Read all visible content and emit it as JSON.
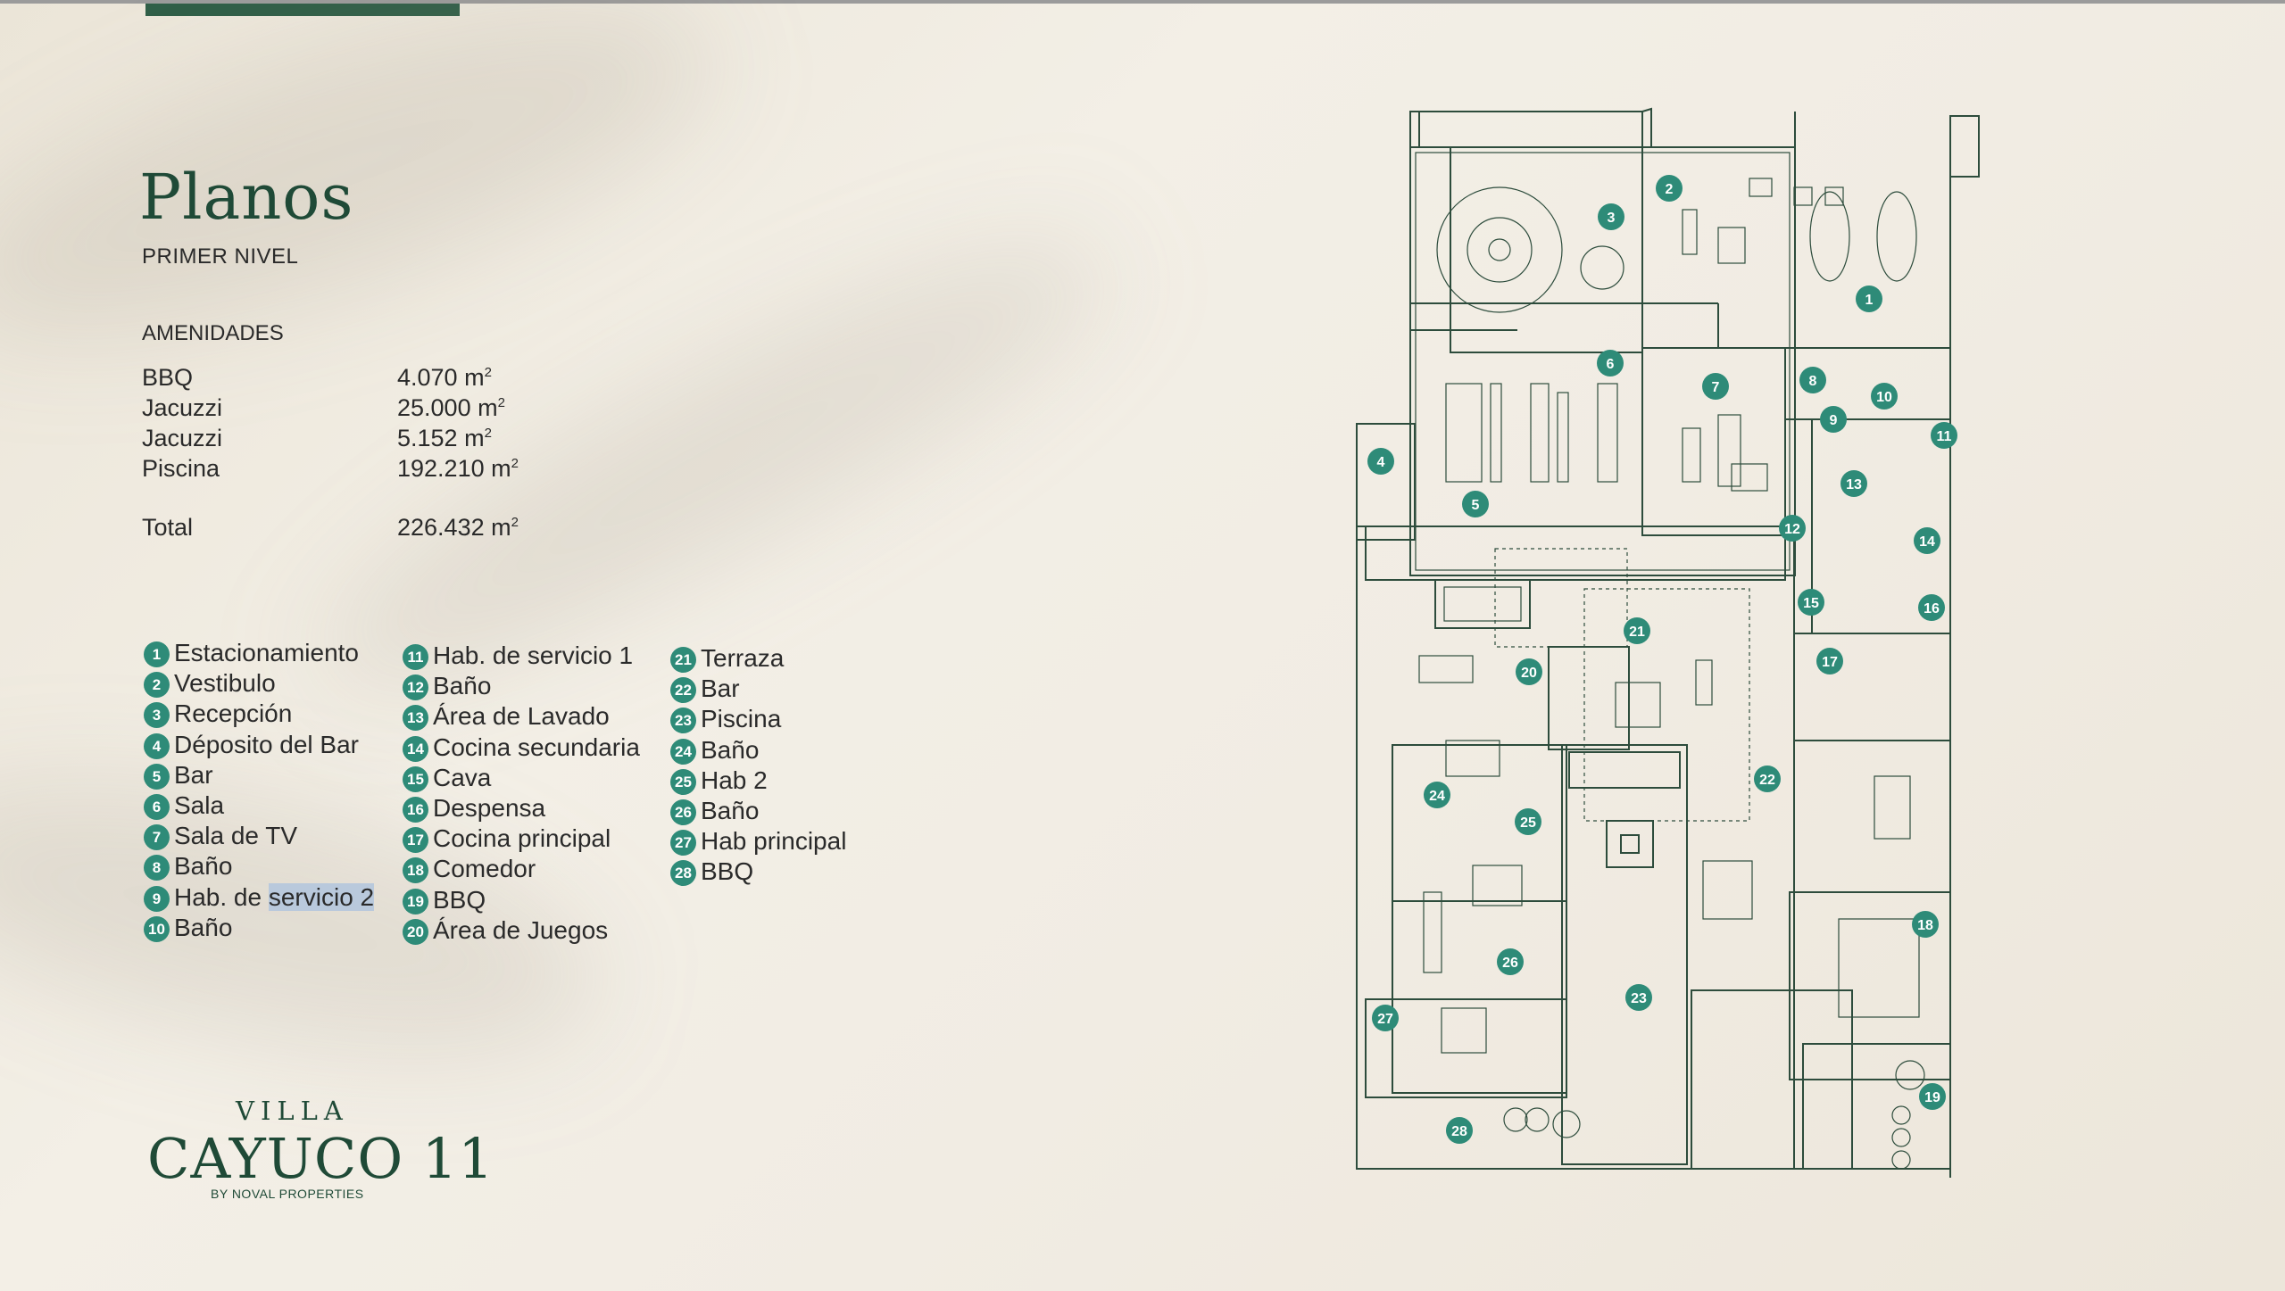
{
  "header": {
    "title": "Planos",
    "subtitle": "PRIMER NIVEL"
  },
  "amenities": {
    "heading": "AMENIDADES",
    "items": [
      {
        "name": "BBQ",
        "value": "4.070 m",
        "unit": "2"
      },
      {
        "name": "Jacuzzi",
        "value": "25.000 m",
        "unit": "2"
      },
      {
        "name": "Jacuzzi",
        "value": "5.152 m",
        "unit": "2"
      },
      {
        "name": "Piscina",
        "value": "192.210 m",
        "unit": "2"
      }
    ],
    "total": {
      "name": "Total",
      "value": "226.432 m",
      "unit": "2"
    }
  },
  "legend": {
    "col1": [
      {
        "n": "1",
        "label": "Estacionamiento"
      },
      {
        "n": "2",
        "label": "Vestibulo"
      },
      {
        "n": "3",
        "label": "Recepción"
      },
      {
        "n": "4",
        "label": "Déposito del Bar"
      },
      {
        "n": "5",
        "label": "Bar"
      },
      {
        "n": "6",
        "label": "Sala"
      },
      {
        "n": "7",
        "label": "Sala de TV"
      },
      {
        "n": "8",
        "label": "Baño"
      },
      {
        "n": "9",
        "label_a": "Hab. de ",
        "label_b": "servicio 2"
      },
      {
        "n": "10",
        "label": "Baño"
      }
    ],
    "col2": [
      {
        "n": "11",
        "label": "Hab. de servicio 1"
      },
      {
        "n": "12",
        "label": "Baño"
      },
      {
        "n": "13",
        "label": "Área de Lavado"
      },
      {
        "n": "14",
        "label": "Cocina secundaria"
      },
      {
        "n": "15",
        "label": "Cava"
      },
      {
        "n": "16",
        "label": "Despensa"
      },
      {
        "n": "17",
        "label": "Cocina principal"
      },
      {
        "n": "18",
        "label": "Comedor"
      },
      {
        "n": "19",
        "label": "BBQ"
      },
      {
        "n": "20",
        "label": "Área de Juegos"
      }
    ],
    "col3": [
      {
        "n": "21",
        "label": "Terraza"
      },
      {
        "n": "22",
        "label": "Bar"
      },
      {
        "n": "23",
        "label": "Piscina"
      },
      {
        "n": "24",
        "label": "Baño"
      },
      {
        "n": "25",
        "label": "Hab 2"
      },
      {
        "n": "26",
        "label": "Baño"
      },
      {
        "n": "27",
        "label": "Hab principal"
      },
      {
        "n": "28",
        "label": "BBQ"
      }
    ]
  },
  "brand": {
    "villa": "VILLA",
    "name": "CAYUCO 11",
    "by": "BY NOVAL PROPERTIES"
  },
  "plan_markers": [
    "1",
    "2",
    "3",
    "4",
    "5",
    "6",
    "7",
    "8",
    "9",
    "10",
    "11",
    "12",
    "13",
    "14",
    "15",
    "16",
    "17",
    "18",
    "19",
    "20",
    "21",
    "22",
    "23",
    "24",
    "25",
    "26",
    "27",
    "28"
  ],
  "colors": {
    "accent": "#2f5e47",
    "marker": "#2e8b78",
    "text_green": "#1f4a37",
    "highlight": "#b9c9dc",
    "background": "#f1ece3"
  }
}
